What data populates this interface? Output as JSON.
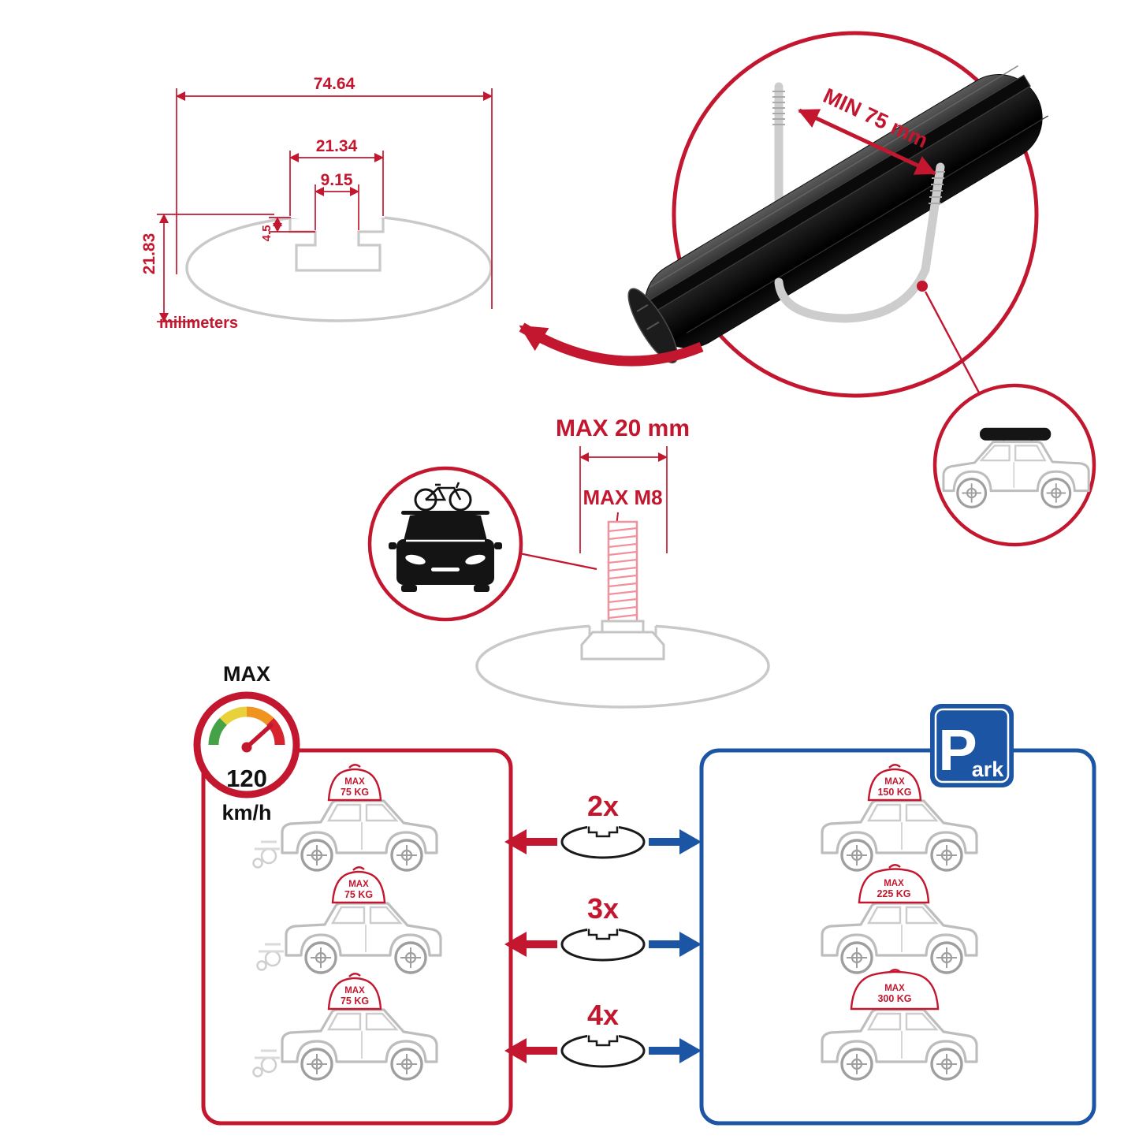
{
  "colors": {
    "red": "#c3172f",
    "blue": "#1b55a4",
    "gray": "#c9c9c9",
    "dark": "#141414"
  },
  "dimensions": {
    "total_width": "74.64",
    "channel_width": "21.34",
    "slot_width": "9.15",
    "step_depth": "4.5",
    "total_height": "21.83",
    "unit": "milimeters"
  },
  "clamp": {
    "min_label": "MIN 75 mm"
  },
  "bolt": {
    "max_length": "MAX 20 mm",
    "max_thread": "MAX M8"
  },
  "speed": {
    "label": "MAX",
    "value": "120",
    "unit": "km/h"
  },
  "park_sign": {
    "letter": "P",
    "rest": "ark"
  },
  "capacity": {
    "multipliers": [
      "2x",
      "3x",
      "4x"
    ],
    "driving": [
      {
        "max": "MAX",
        "weight": "75 KG"
      },
      {
        "max": "MAX",
        "weight": "75 KG"
      },
      {
        "max": "MAX",
        "weight": "75 KG"
      }
    ],
    "parked": [
      {
        "max": "MAX",
        "weight": "150 KG"
      },
      {
        "max": "MAX",
        "weight": "225 KG"
      },
      {
        "max": "MAX",
        "weight": "300 KG"
      }
    ]
  }
}
